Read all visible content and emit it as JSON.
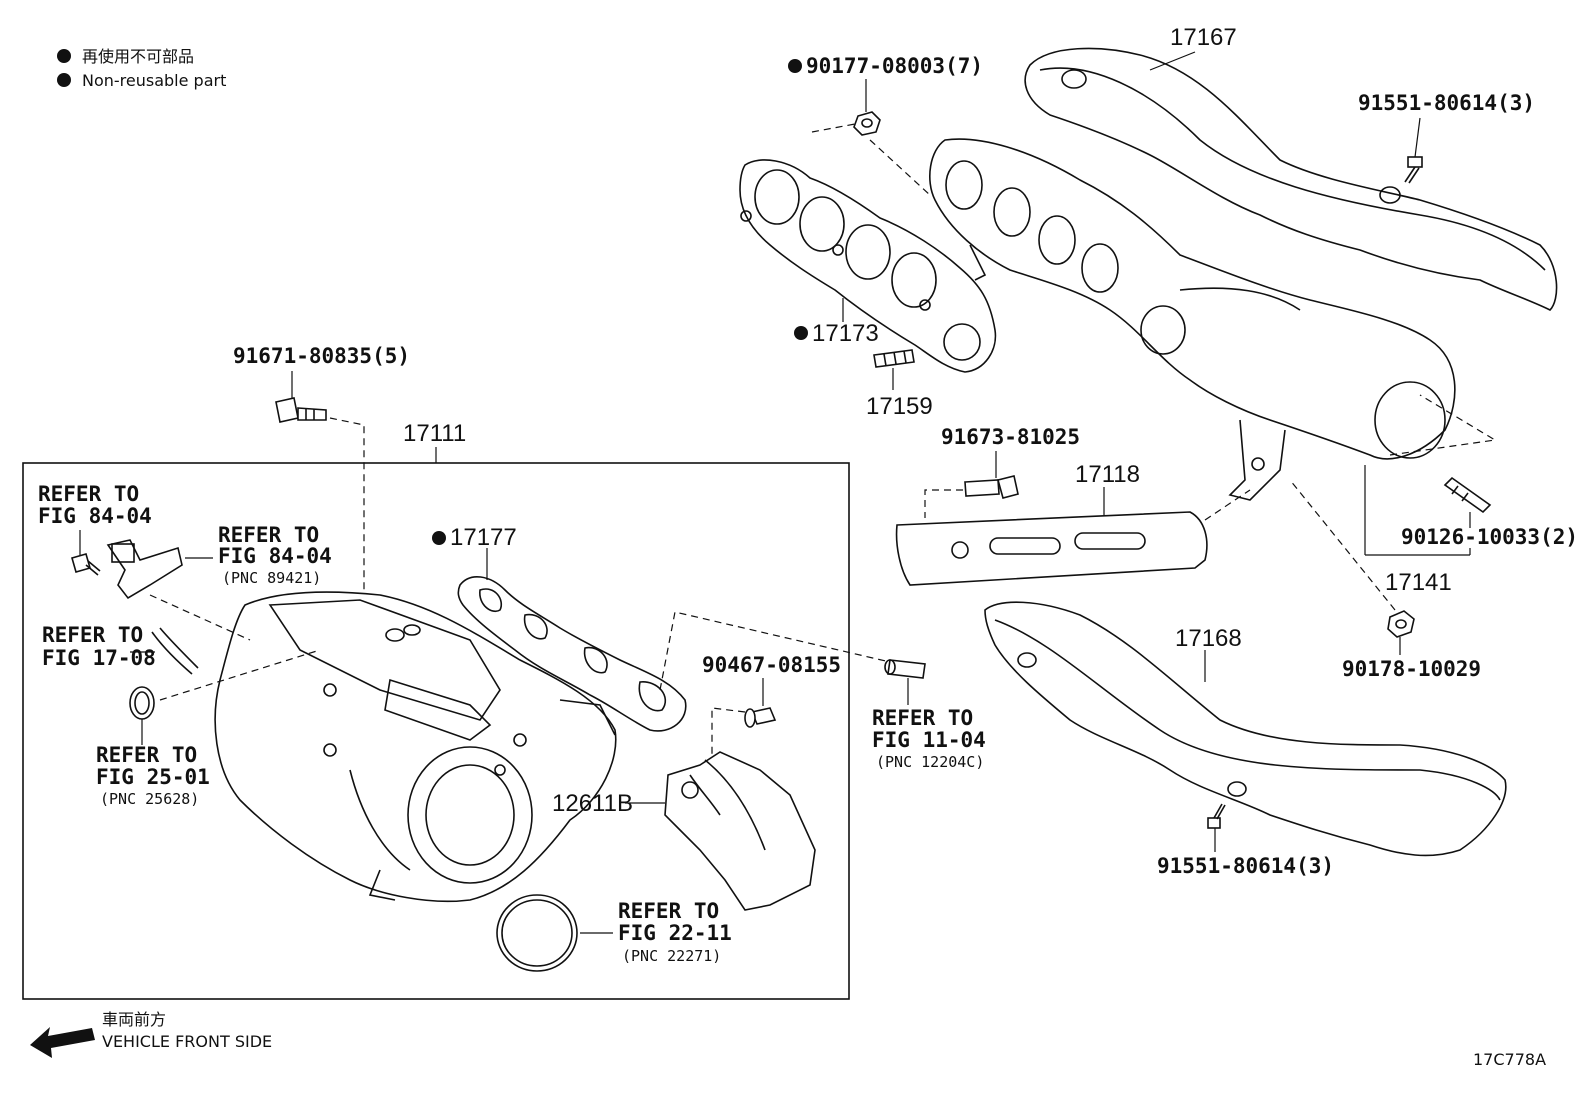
{
  "legend": {
    "line_jp": "再使用不可部品",
    "line_en": "Non-reusable part"
  },
  "front_side": {
    "line_jp": "車両前方",
    "line_en": "VEHICLE FRONT SIDE"
  },
  "figure_code": "17C778A",
  "parts": {
    "p17167": "17167",
    "p90177": "90177-08003(7)",
    "p91551_top": "91551-80614(3)",
    "p17173": "17173",
    "p17159": "17159",
    "p91671": "91671-80835(5)",
    "p17111": "17111",
    "p91673": "91673-81025",
    "p17118": "17118",
    "p90126": "90126-10033(2)",
    "p17141": "17141",
    "p17177": "17177",
    "p90467": "90467-08155",
    "p17168": "17168",
    "p90178": "90178-10029",
    "p12611B": "12611B",
    "p91551_bot": "91551-80614(3)"
  },
  "refs": {
    "r8404a": {
      "l1": "REFER TO",
      "l2": "FIG 84-04"
    },
    "r8404b": {
      "l1": "REFER TO",
      "l2": "FIG 84-04",
      "l3": "(PNC 89421)"
    },
    "r1708": {
      "l1": "REFER TO",
      "l2": "FIG 17-08"
    },
    "r2501": {
      "l1": "REFER TO",
      "l2": "FIG 25-01",
      "l3": "(PNC 25628)"
    },
    "r1104": {
      "l1": "REFER TO",
      "l2": "FIG 11-04",
      "l3": "(PNC 12204C)"
    },
    "r2211": {
      "l1": "REFER TO",
      "l2": "FIG 22-11",
      "l3": "(PNC 22271)"
    }
  }
}
